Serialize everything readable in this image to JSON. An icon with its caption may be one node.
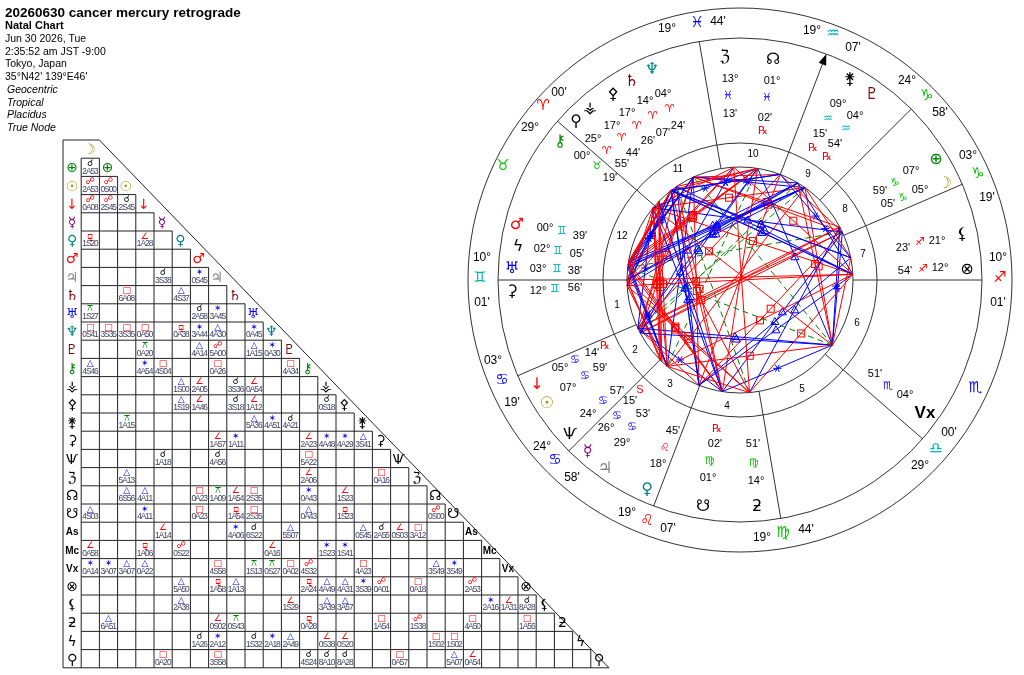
{
  "diagram": {
    "title": "20260630 cancer mercury retrograde",
    "labels": [
      "Natal Chart",
      "Jun 30 2026, Tue",
      "2:35:52 am JST -9:00",
      "Tokyo, Japan",
      "35°N42' 139°E46'",
      "Geocentric",
      "Tropical",
      "Placidus",
      "True Node",
      "19°",
      "♓",
      "44'",
      "19°",
      "♒",
      "07'",
      "24°",
      "♑",
      "58'",
      "03°",
      "♑",
      "19'",
      "10°",
      "♐",
      "01'",
      "♏",
      "29°",
      "♎",
      "00'",
      "19°",
      "♍",
      "44'",
      "19°",
      "♌",
      "07'",
      "24°",
      "♋",
      "58'",
      "03°",
      "♋",
      "19'",
      "10°",
      "♊",
      "01'",
      "♉",
      "29°",
      "♈",
      "00'",
      "ℨ",
      "13°",
      "♓",
      "13'",
      "☊",
      "01°",
      "♓",
      "02'",
      "℞",
      "⚵",
      "09°",
      "♒",
      "15'",
      "℞",
      "♇",
      "04°",
      "♒",
      "54'",
      "℞",
      "⊕",
      "07°",
      "♑",
      "59'",
      "☽",
      "05°",
      "♑",
      "05'",
      "23'",
      "♐",
      "21°",
      "⚸",
      "54'",
      "♐",
      "12°",
      "⊗",
      "Vx",
      "04°",
      "♏",
      "51'",
      "ƻ",
      "14°",
      "♍",
      "51'",
      "☋",
      "01°",
      "♍",
      "02'",
      "℞",
      "♀",
      "18°",
      "♌",
      "45'",
      "♃",
      "29°",
      "♋",
      "53'",
      "☿",
      "26°",
      "♋",
      "15'",
      "S",
      "Ѱ",
      "24°",
      "♋",
      "57'",
      "☉",
      "07°",
      "♋",
      "59'",
      "↓",
      "05°",
      "♋",
      "14'",
      "℞",
      "⚳",
      "12°",
      "♊",
      "56'",
      "♅",
      "03°",
      "♊",
      "38'",
      "ϟ",
      "02°",
      "♊",
      "05'",
      "♂",
      "00°",
      "♊",
      "39'",
      "⚷",
      "00°",
      "♉",
      "19'",
      "⚲",
      "25°",
      "♈",
      "55'",
      "⚶",
      "17°",
      "♈",
      "44'",
      "⚴",
      "17°",
      "♈",
      "26'",
      "♄",
      "14°",
      "♈",
      "07'",
      "♆",
      "04°",
      "♈",
      "24'",
      "1",
      "2",
      "3",
      "4",
      "5",
      "6",
      "7",
      "8",
      "9",
      "10",
      "11",
      "12",
      "☽",
      "⊕",
      "☌",
      "2A53",
      "⊕",
      "☉",
      "☍",
      "2A53",
      "☍",
      "0S00",
      "☉",
      "↓",
      "☍",
      "0A08",
      "☍",
      "2S45",
      "☌",
      "2S45",
      "↓",
      "☿",
      "☿",
      "♀",
      "⚼",
      "1S20",
      "∠",
      "1A28",
      "♀",
      "♂",
      "♂",
      "♃",
      "☌",
      "3S38",
      "✶",
      "0S45",
      "♃",
      "♄",
      "□",
      "6A08",
      "△",
      "4S37",
      "♄",
      "♅",
      "⚻",
      "1S27",
      "☌",
      "2A58",
      "✶",
      "3A45",
      "♅",
      "♆",
      "□",
      "0S41",
      "□",
      "3S35",
      "□",
      "3S35",
      "□",
      "0A50",
      "⚼",
      "0A38",
      "✶",
      "3A44",
      "△",
      "4A30",
      "✶",
      "0A45",
      "♆",
      "♇",
      "⚻",
      "0A20",
      "△",
      "4A14",
      "☍",
      "5A00",
      "△",
      "1A15",
      "✶",
      "0A30",
      "♇",
      "⚷",
      "△",
      "4S46",
      "✶",
      "4A54",
      "□",
      "4S04",
      "□",
      "0A26",
      "□",
      "4A34",
      "⚷",
      "⚶",
      "△",
      "1S00",
      "∠",
      "2A05",
      "☌",
      "3S36",
      "∠",
      "0A54",
      "⚶",
      "⚴",
      "△",
      "1S19",
      "∠",
      "1A46",
      "☌",
      "3S18",
      "∠",
      "1A12",
      "☌",
      "0S18",
      "⚴",
      "⚵",
      "⚻",
      "1A15",
      "△",
      "5A36",
      "✶",
      "4A51",
      "☌",
      "4A21",
      "⚵",
      "⚳",
      "∠",
      "1A57",
      "✶",
      "1A11",
      "∠",
      "2A23",
      "✶",
      "4A48",
      "✶",
      "4A29",
      "△",
      "3S41",
      "⚳",
      "Ѱ",
      "☌",
      "1A18",
      "☌",
      "4A56",
      "□",
      "5A22",
      "Ѱ",
      "ℨ",
      "△",
      "5A13",
      "∠",
      "2A06",
      "□",
      "0A16",
      "ℨ",
      "☊",
      "△",
      "6S56",
      "△",
      "4A11",
      "□",
      "0A23",
      "⚻",
      "1A09",
      "∠",
      "1A54",
      "□",
      "2S35",
      "✶",
      "0A43",
      "∠",
      "1S23",
      "☊",
      "☋",
      "△",
      "4S03",
      "✶",
      "4A11",
      "□",
      "0A23",
      "⚼",
      "1A54",
      "□",
      "2S35",
      "△",
      "0A43",
      "⚼",
      "1S23",
      "☍",
      "0S00",
      "☋",
      "As",
      "∠",
      "1A14",
      "✶",
      "4A06",
      "☌",
      "6S22",
      "△",
      "5S07",
      "△",
      "0S45",
      "☌",
      "2A55",
      "∠",
      "0S03",
      "□",
      "3A12",
      "As",
      "Mc",
      "∠",
      "0A58",
      "⚼",
      "1A06",
      "☍",
      "0S22",
      "∠",
      "0A16",
      "✶",
      "1S23",
      "✶",
      "1S41",
      "Mc",
      "Vx",
      "✶",
      "0A14",
      "✶",
      "3A07",
      "△",
      "3A07",
      "△",
      "0A22",
      "□",
      "4S58",
      "⚻",
      "1S13",
      "⚻",
      "0S27",
      "□",
      "0A02",
      "☍",
      "4S32",
      "□",
      "4A23",
      "△",
      "3S49",
      "✶",
      "3S49",
      "Vx",
      "⊗",
      "△",
      "5A50",
      "⚼",
      "1A58",
      "△",
      "1A13",
      "⚼",
      "2A24",
      "△",
      "4A49",
      "△",
      "4A31",
      "✶",
      "3S39",
      "☍",
      "0A01",
      "□",
      "0A18",
      "☍",
      "2A53",
      "⊗",
      "⚸",
      "△",
      "2A38",
      "∠",
      "1S29",
      "△",
      "3A39",
      "△",
      "3A57",
      "✶",
      "2A16",
      "∠",
      "1A31",
      "☌",
      "8A28",
      "⚸",
      "ƻ",
      "△",
      "6A51",
      "∠",
      "0S02",
      "⚻",
      "0S43",
      "⚼",
      "0A28",
      "□",
      "1A54",
      "☍",
      "1S38",
      "□",
      "4A50",
      "□",
      "1A56",
      "ƻ",
      "ϟ",
      "☌",
      "1A26",
      "✶",
      "2A12",
      "☌",
      "1S32",
      "✶",
      "2A18",
      "△",
      "2A49",
      "∠",
      "0S38",
      "∠",
      "0S20",
      "□",
      "1S02",
      "□",
      "1S02",
      "ϟ",
      "⚲",
      "□",
      "0A20",
      "□",
      "3S58",
      "☌",
      "4S24",
      "☌",
      "8A10",
      "☌",
      "8A28",
      "□",
      "0A57",
      "△",
      "5A07",
      "∠",
      "0A54",
      "⚲"
    ]
  }
}
